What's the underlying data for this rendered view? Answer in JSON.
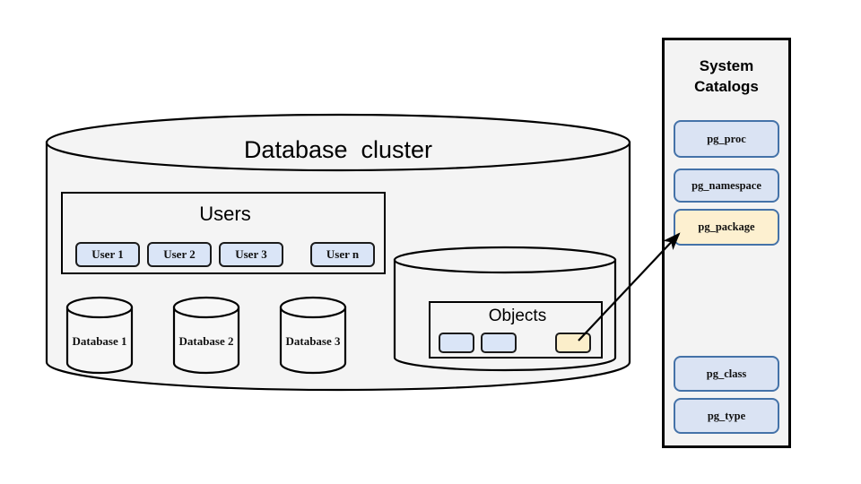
{
  "diagram": {
    "cluster": {
      "title": "Database  cluster",
      "users_group": {
        "title": "Users",
        "members": [
          {
            "label": "User 1"
          },
          {
            "label": "User 2"
          },
          {
            "label": "User 3"
          },
          {
            "label": "User n"
          }
        ]
      },
      "databases": [
        {
          "label": "Database 1"
        },
        {
          "label": "Database 2"
        },
        {
          "label": "Database 3"
        }
      ],
      "objects_cylinder": {
        "title": "Objects",
        "items": [
          {
            "label": "",
            "color": "#dae5f7",
            "kind": "blue"
          },
          {
            "label": "",
            "color": "#dae5f7",
            "kind": "blue"
          },
          {
            "label": "",
            "color": "#fbeeca",
            "kind": "yellow"
          }
        ]
      }
    },
    "system_catalogs": {
      "title_line1": "System",
      "title_line2": "Catalogs",
      "entries": [
        {
          "label": "pg_proc",
          "kind": "blue"
        },
        {
          "label": "pg_namespace",
          "kind": "blue"
        },
        {
          "label": "pg_package",
          "kind": "yellow"
        },
        {
          "label": "pg_class",
          "kind": "blue"
        },
        {
          "label": "pg_type",
          "kind": "blue"
        }
      ]
    },
    "connector": {
      "from": "objects-item-3",
      "to": "catalog-entry-pg_package",
      "style": "arrow"
    },
    "colors": {
      "pill_blue_fill": "#dae3f3",
      "pill_blue_border": "#4472a8",
      "pill_yellow_fill": "#fdf0d0",
      "pill_yellow_border": "#4472a8",
      "cylinder_fill": "#f4f4f4",
      "panel_fill": "#f3f3f3",
      "stroke": "#000000"
    }
  }
}
